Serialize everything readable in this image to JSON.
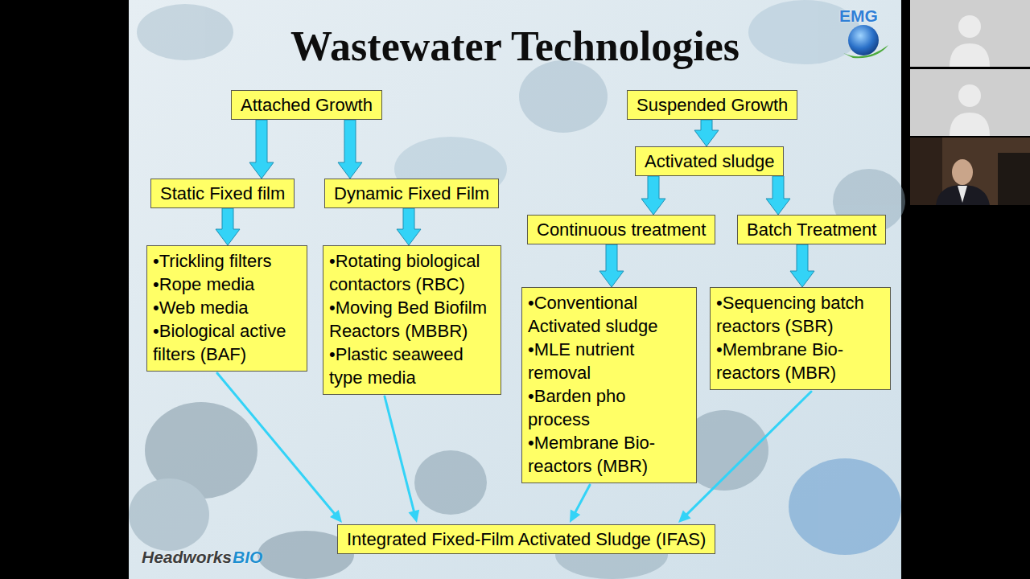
{
  "diagram": {
    "title": "Wastewater Technologies",
    "nodes": [
      {
        "text": [
          "Attached Growth"
        ]
      },
      {
        "text": [
          "Static Fixed film"
        ]
      },
      {
        "text": [
          "Dynamic Fixed Film"
        ]
      },
      {
        "text": [
          "•Trickling filters",
          "•Rope media",
          "•Web media",
          "•Biological active filters (BAF)"
        ]
      },
      {
        "text": [
          "•Rotating biological contactors (RBC)",
          "•Moving Bed Biofilm Reactors (MBBR)",
          "•Plastic seaweed type media"
        ]
      },
      {
        "text": [
          "Suspended Growth"
        ]
      },
      {
        "text": [
          "Activated sludge"
        ]
      },
      {
        "text": [
          "Continuous treatment"
        ]
      },
      {
        "text": [
          "Batch Treatment"
        ]
      },
      {
        "text": [
          "•Conventional Activated sludge",
          "•MLE nutrient removal",
          "•Barden pho process",
          "•Membrane Bio-reactors (MBR)"
        ]
      },
      {
        "text": [
          "•Sequencing batch reactors (SBR)",
          "•Membrane Bio-reactors (MBR)"
        ]
      },
      {
        "text": [
          "Integrated Fixed-Film Activated Sludge (IFAS)"
        ]
      }
    ],
    "edges": [
      {
        "from": 0,
        "to": 1,
        "arrow": "to"
      },
      {
        "from": 0,
        "to": 2,
        "arrow": "to"
      },
      {
        "from": 1,
        "to": 3,
        "arrow": "to"
      },
      {
        "from": 2,
        "to": 4,
        "arrow": "to"
      },
      {
        "from": 5,
        "to": 6,
        "arrow": "to"
      },
      {
        "from": 6,
        "to": 7,
        "arrow": "to"
      },
      {
        "from": 6,
        "to": 8,
        "arrow": "to"
      },
      {
        "from": 7,
        "to": 9,
        "arrow": "to"
      },
      {
        "from": 8,
        "to": 10,
        "arrow": "to"
      },
      {
        "from": 3,
        "to": 11,
        "arrow": "to"
      },
      {
        "from": 4,
        "to": 11,
        "arrow": "to"
      },
      {
        "from": 9,
        "to": 11,
        "arrow": "to"
      },
      {
        "from": 10,
        "to": 11,
        "arrow": "to"
      }
    ],
    "labels": [
      "EMG",
      "Headworks",
      "BIO"
    ]
  }
}
